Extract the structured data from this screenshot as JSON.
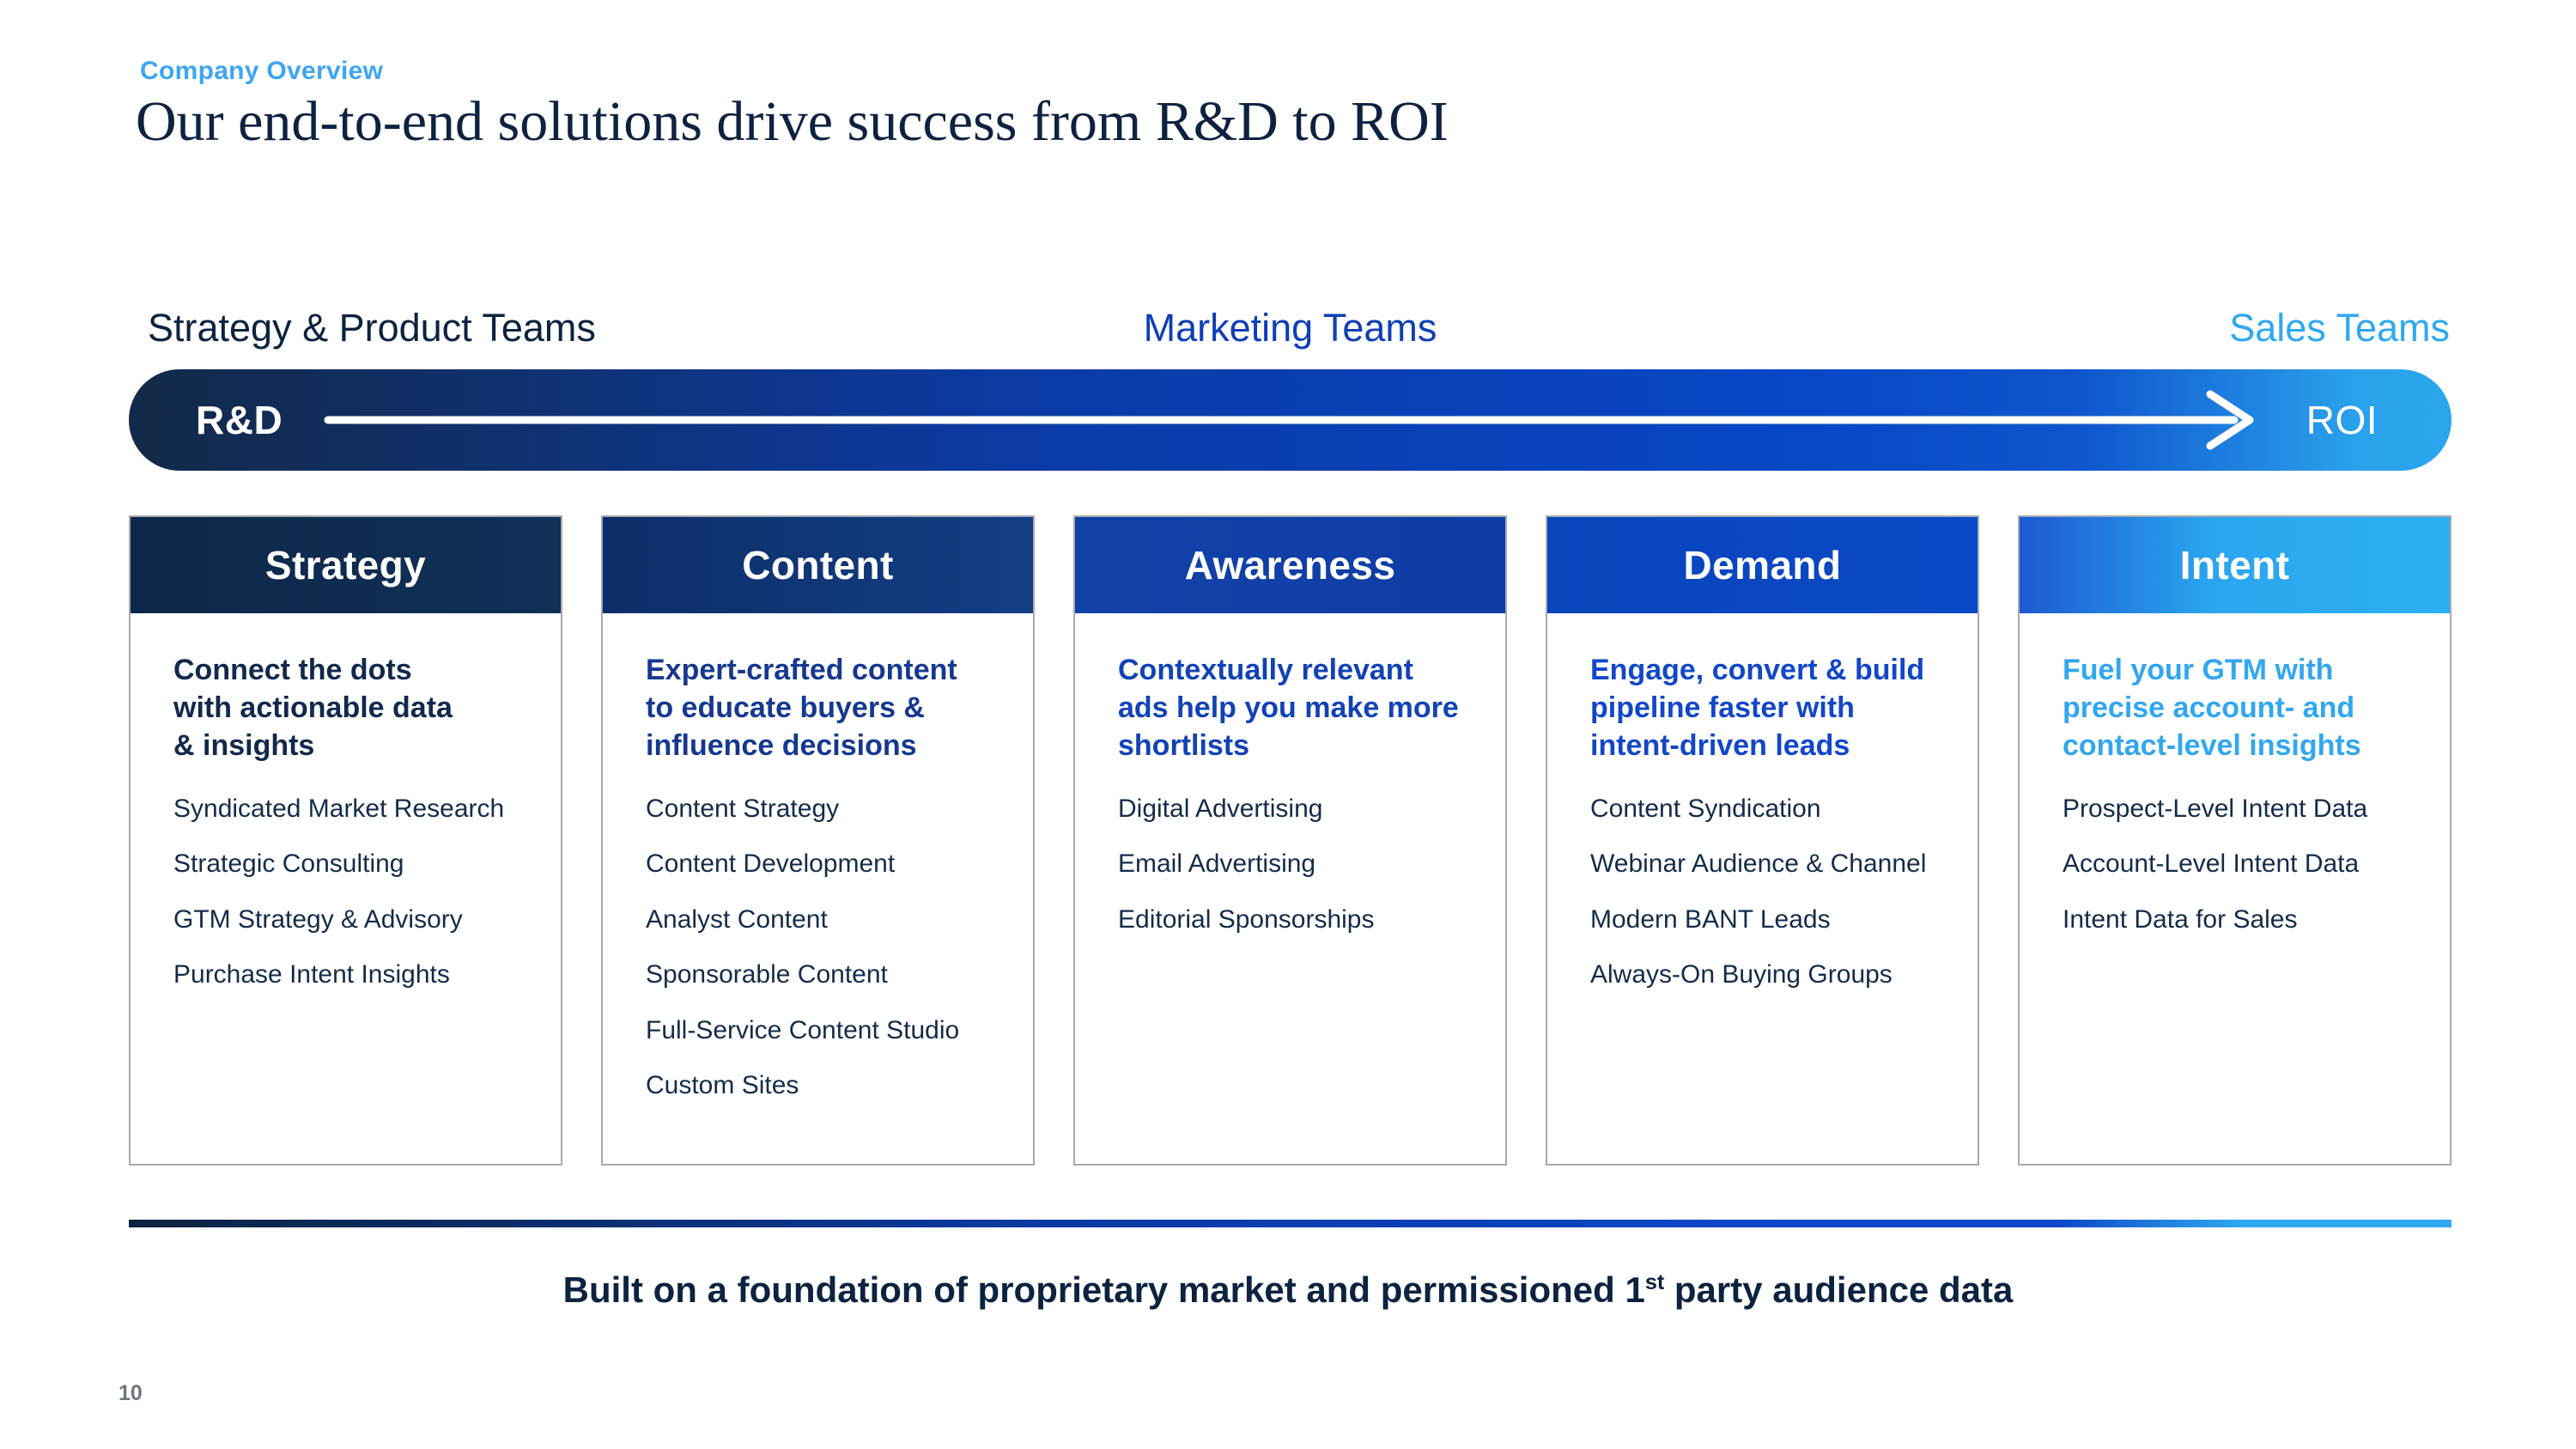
{
  "slide": {
    "eyebrow": "Company Overview",
    "title": "Our end-to-end solutions drive success from R&D to ROI",
    "page_number": "10"
  },
  "teams": [
    {
      "label": "Strategy & Product Teams",
      "color": "#0c2340"
    },
    {
      "label": "Marketing Teams",
      "color": "#0f3fb5"
    },
    {
      "label": "Sales Teams",
      "color": "#2fa9f0"
    }
  ],
  "flow_bar": {
    "start_label": "R&D",
    "end_label": "ROI",
    "gradient": [
      "#132947",
      "#0b3aa4",
      "#0847c6",
      "#2aa2ec"
    ],
    "arrow_icon": "arrow-right-icon"
  },
  "columns": [
    {
      "title": "Strategy",
      "header_gradient": [
        "#0d2748 0%",
        "#113057 100%"
      ],
      "intro_color": "#12294b",
      "intro_lines": [
        "Connect the dots",
        "with actionable data",
        "& insights"
      ],
      "items": [
        "Syndicated Market Research",
        "Strategic Consulting",
        "GTM Strategy & Advisory",
        "Purchase Intent Insights"
      ]
    },
    {
      "title": "Content",
      "header_gradient": [
        "#0d2e68 0%",
        "#133e84 100%"
      ],
      "intro_color": "#16388f",
      "intro_lines": [
        "Expert-crafted content",
        "to educate buyers &",
        "influence decisions"
      ],
      "items": [
        "Content Strategy",
        "Content Development",
        "Analyst Content",
        "Sponsorable Content",
        "Full-Service Content Studio",
        "Custom Sites"
      ]
    },
    {
      "title": "Awareness",
      "header_gradient": [
        "#1242a8 0%",
        "#0e3ca6 100%"
      ],
      "intro_color": "#1243b5",
      "intro_lines": [
        "Contextually relevant",
        "ads help you make more",
        "shortlists"
      ],
      "items": [
        "Digital Advertising",
        "Email Advertising",
        "Editorial Sponsorships"
      ]
    },
    {
      "title": "Demand",
      "header_gradient": [
        "#0945bb 0%",
        "#0a49c6 100%"
      ],
      "intro_color": "#1247c8",
      "intro_lines": [
        "Engage, convert & build",
        "pipeline faster with",
        "intent-driven leads"
      ],
      "items": [
        "Content Syndication",
        "Webinar Audience & Channel",
        "Modern BANT Leads",
        "Always-On Buying Groups"
      ]
    },
    {
      "title": "Intent",
      "header_gradient": [
        "#1d59d2 0%",
        "#2aa6ef 45%",
        "#2caef4 100%"
      ],
      "intro_color": "#32a7ee",
      "intro_lines": [
        "Fuel your GTM with",
        "precise account- and",
        "contact-level insights"
      ],
      "items": [
        "Prospect-Level Intent Data",
        "Account-Level Intent Data",
        "Intent Data for Sales"
      ]
    }
  ],
  "footer": {
    "text_before_sup": "Built on a foundation of proprietary market and permissioned 1",
    "sup": "st",
    "text_after_sup": " party audience data",
    "rule_gradient": [
      "#0d2340",
      "#0b3aa4",
      "#0c47c8",
      "#2fa9f0"
    ]
  }
}
